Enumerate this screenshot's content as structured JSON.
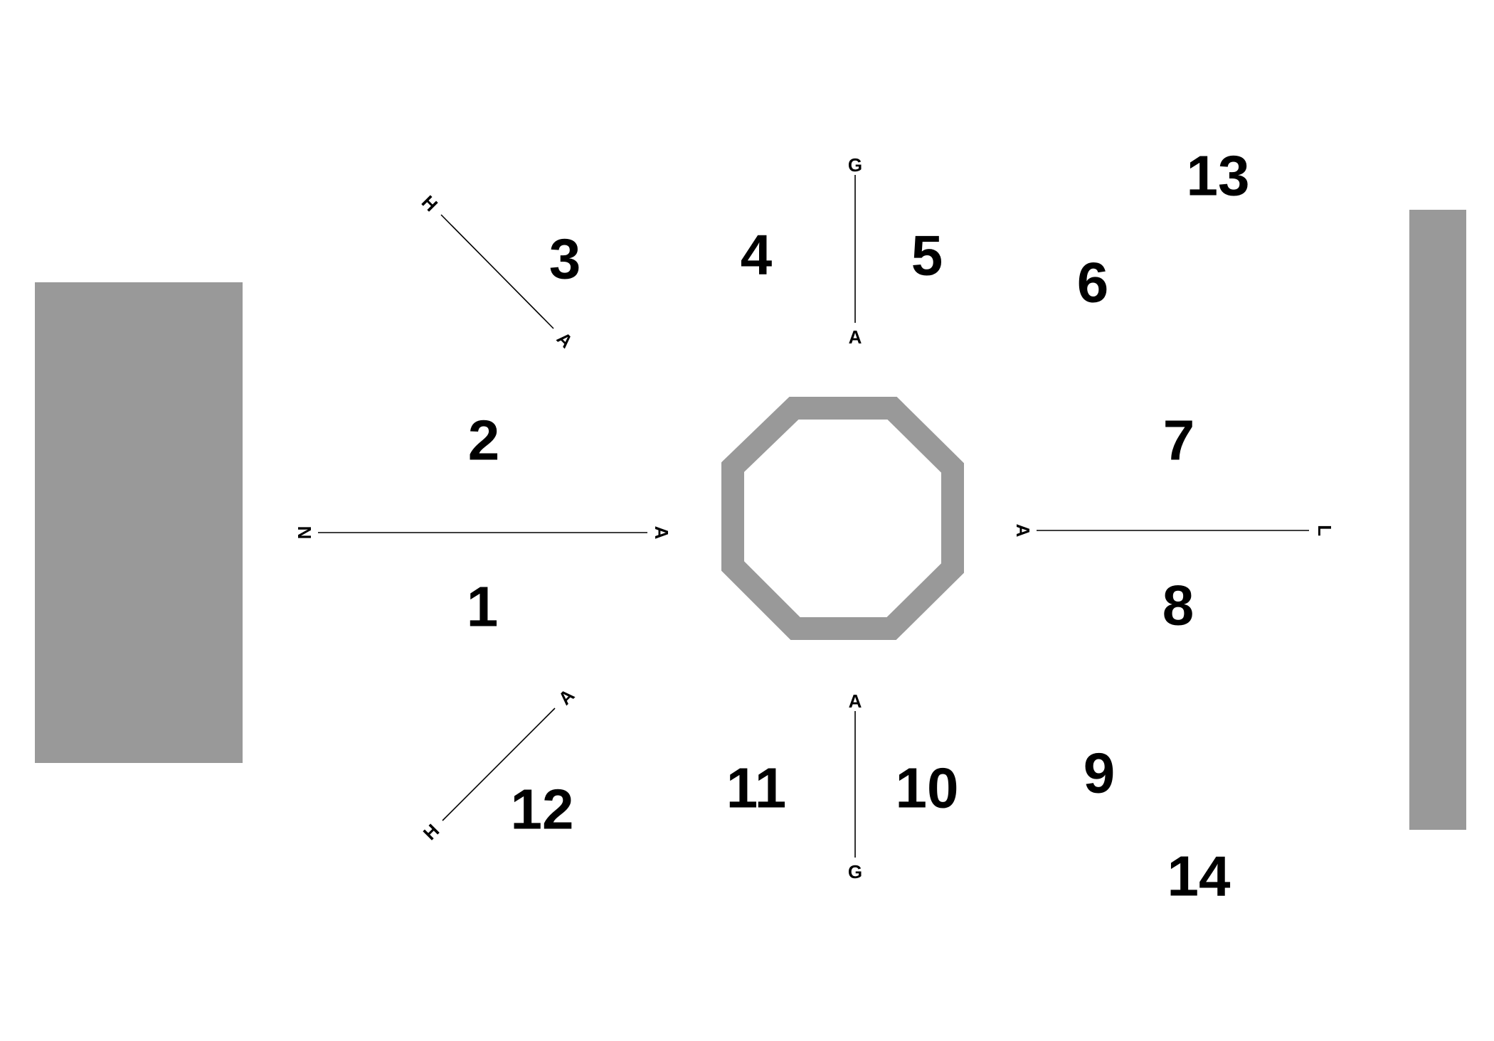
{
  "colors": {
    "block": "#999999",
    "octagon": "#999999",
    "line": "#000000",
    "text": "#000000"
  },
  "regions": {
    "r1": "1",
    "r2": "2",
    "r3": "3",
    "r4": "4",
    "r5": "5",
    "r6": "6",
    "r7": "7",
    "r8": "8",
    "r9": "9",
    "r10": "10",
    "r11": "11",
    "r12": "12",
    "r13": "13",
    "r14": "14"
  },
  "lines": {
    "left": {
      "outer": "N",
      "inner": "A"
    },
    "right": {
      "inner": "A",
      "outer": "L"
    },
    "top": {
      "outer": "G",
      "inner": "A"
    },
    "bottom": {
      "inner": "A",
      "outer": "G"
    },
    "upper_left": {
      "outer": "H",
      "inner": "A"
    },
    "lower_left": {
      "outer": "H",
      "inner": "A"
    }
  }
}
